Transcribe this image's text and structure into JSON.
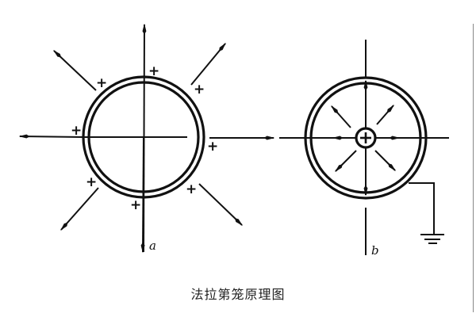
{
  "figure": {
    "caption": "法拉第笼原理图",
    "panel_a": {
      "label": "a",
      "charge_symbol": "+",
      "charges": [
        "+",
        "+",
        "+",
        "+",
        "+",
        "+",
        "+",
        "+"
      ],
      "description": "Charged conducting shell with outward field lines"
    },
    "panel_b": {
      "label": "b",
      "inner_charge_symbol": "+",
      "description": "Grounded conducting shell enclosing a central charge; field confined inside",
      "ground_symbol": "ground-icon"
    }
  }
}
